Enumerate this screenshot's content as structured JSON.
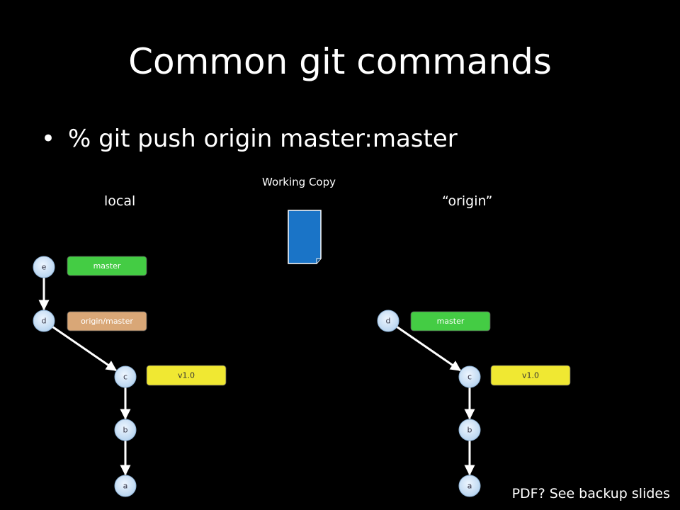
{
  "slide": {
    "title": "Common git commands",
    "bullet": "% git push origin master:master",
    "working_copy_label": "Working Copy",
    "local_label": "local",
    "origin_label": "“origin”",
    "footer": "PDF? See backup slides"
  },
  "local_graph": {
    "nodes": [
      {
        "id": "e",
        "label": "e"
      },
      {
        "id": "d",
        "label": "d"
      },
      {
        "id": "c",
        "label": "c"
      },
      {
        "id": "b",
        "label": "b"
      },
      {
        "id": "a",
        "label": "a"
      }
    ],
    "edges": [
      [
        "e",
        "d"
      ],
      [
        "d",
        "c"
      ],
      [
        "c",
        "b"
      ],
      [
        "b",
        "a"
      ]
    ],
    "tags": [
      {
        "label": "master",
        "color": "#44cc44",
        "text_color": "#ffffff",
        "points_to": "e"
      },
      {
        "label": "origin/master",
        "color": "#d9a777",
        "text_color": "#ffffff",
        "points_to": "d"
      },
      {
        "label": "v1.0",
        "color": "#f0e832",
        "text_color": "#333333",
        "points_to": "c"
      }
    ]
  },
  "origin_graph": {
    "nodes": [
      {
        "id": "d",
        "label": "d"
      },
      {
        "id": "c",
        "label": "c"
      },
      {
        "id": "b",
        "label": "b"
      },
      {
        "id": "a",
        "label": "a"
      }
    ],
    "edges": [
      [
        "d",
        "c"
      ],
      [
        "c",
        "b"
      ],
      [
        "b",
        "a"
      ]
    ],
    "tags": [
      {
        "label": "master",
        "color": "#44cc44",
        "text_color": "#ffffff",
        "points_to": "d"
      },
      {
        "label": "v1.0",
        "color": "#f0e832",
        "text_color": "#333333",
        "points_to": "c"
      }
    ]
  },
  "colors": {
    "background": "#000000",
    "node_fill": "#cfe3f7",
    "arrow": "#ffffff",
    "document_icon": "#1a74c7"
  },
  "icons": {
    "working_copy": "document-icon"
  }
}
